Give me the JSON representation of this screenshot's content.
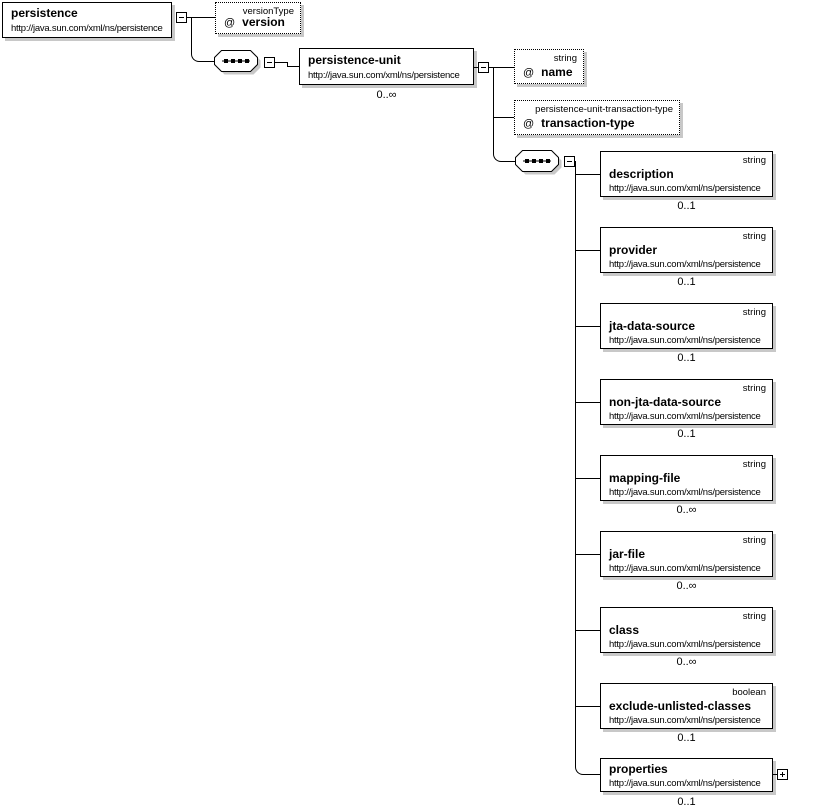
{
  "symbols": {
    "at": "@"
  },
  "icons": {
    "collapse": "minus-box-icon",
    "expand": "plus-box-icon",
    "sequence": "sequence-model-icon"
  },
  "root": {
    "name": "persistence",
    "namespace": "http://java.sun.com/xml/ns/persistence"
  },
  "version_attr": {
    "type": "versionType",
    "name": "version"
  },
  "unit": {
    "name": "persistence-unit",
    "namespace": "http://java.sun.com/xml/ns/persistence",
    "cardinality": "0..∞"
  },
  "name_attr": {
    "type": "string",
    "name": "name"
  },
  "transaction_attr": {
    "type": "persistence-unit-transaction-type",
    "name": "transaction-type"
  },
  "children": [
    {
      "name": "description",
      "type": "string",
      "namespace": "http://java.sun.com/xml/ns/persistence",
      "cardinality": "0..1"
    },
    {
      "name": "provider",
      "type": "string",
      "namespace": "http://java.sun.com/xml/ns/persistence",
      "cardinality": "0..1"
    },
    {
      "name": "jta-data-source",
      "type": "string",
      "namespace": "http://java.sun.com/xml/ns/persistence",
      "cardinality": "0..1"
    },
    {
      "name": "non-jta-data-source",
      "type": "string",
      "namespace": "http://java.sun.com/xml/ns/persistence",
      "cardinality": "0..1"
    },
    {
      "name": "mapping-file",
      "type": "string",
      "namespace": "http://java.sun.com/xml/ns/persistence",
      "cardinality": "0..∞"
    },
    {
      "name": "jar-file",
      "type": "string",
      "namespace": "http://java.sun.com/xml/ns/persistence",
      "cardinality": "0..∞"
    },
    {
      "name": "class",
      "type": "string",
      "namespace": "http://java.sun.com/xml/ns/persistence",
      "cardinality": "0..∞"
    },
    {
      "name": "exclude-unlisted-classes",
      "type": "boolean",
      "namespace": "http://java.sun.com/xml/ns/persistence",
      "cardinality": "0..1"
    }
  ],
  "properties": {
    "name": "properties",
    "namespace": "http://java.sun.com/xml/ns/persistence",
    "cardinality": "0..1"
  }
}
